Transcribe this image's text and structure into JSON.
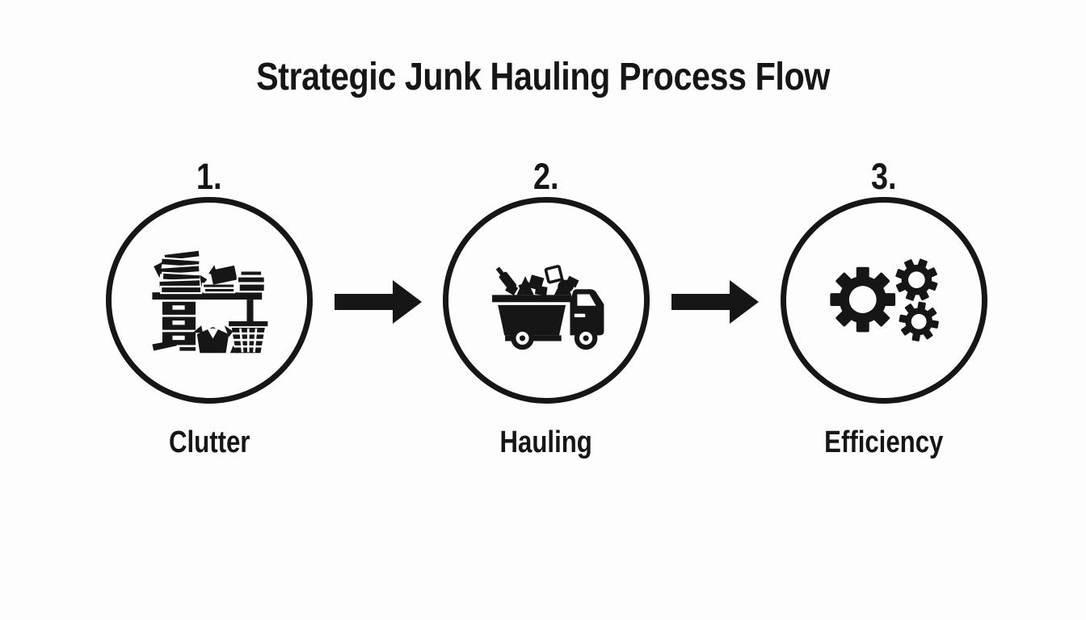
{
  "title": "Strategic Junk Hauling Process Flow",
  "steps": [
    {
      "number": "1.",
      "label": "Clutter",
      "icon": "cluttered-desk-icon"
    },
    {
      "number": "2.",
      "label": "Hauling",
      "icon": "junk-hauling-truck-icon"
    },
    {
      "number": "3.",
      "label": "Efficiency",
      "icon": "gears-icon"
    }
  ],
  "arrows": [
    {
      "direction": "right"
    },
    {
      "direction": "right"
    }
  ],
  "colors": {
    "ink": "#161616",
    "background": "#fdfdfd"
  }
}
